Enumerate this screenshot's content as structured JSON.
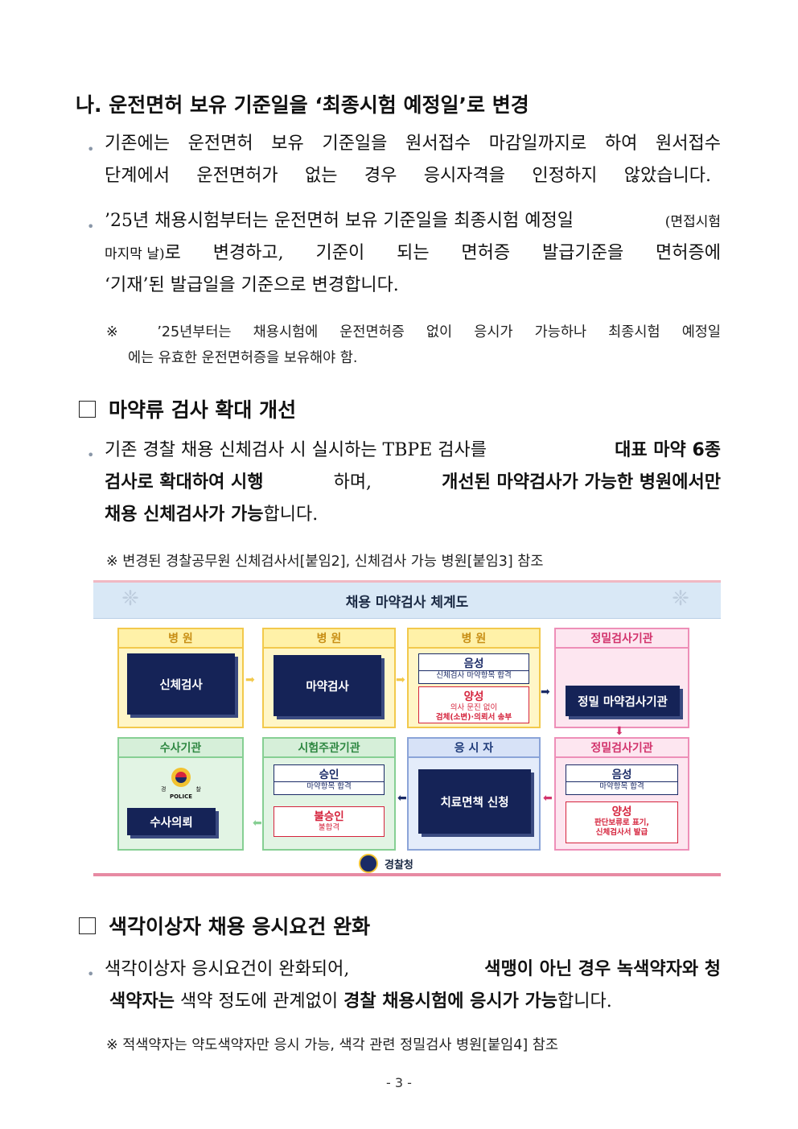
{
  "heading_na": "나. 운전면허 보유 기준일을 ‘최종시험 예정일’로 변경",
  "para1": {
    "bullet": "•",
    "line1": "기존에는 운전면허 보유 기준일을 원서접수 마감일까지로 하여 원서접수",
    "line2": "단계에서 운전면허가 없는 경우 응시자격을 인정하지 않았습니다."
  },
  "para2": {
    "bullet": "•",
    "line1_main": "’25년 채용시험부터는 운전면허 보유 기준일을 최종시험 예정일",
    "line1_small": "(면접시험",
    "line2_small": "마지막 날)",
    "line2_main": "로 변경하고, 기준이 되는 면허증 발급기준을 면허증에",
    "line3": "‘기재’된 발급일을 기준으로 변경합니다."
  },
  "note1": {
    "line1": "※ ’25년부터는 채용시험에 운전면허증 없이 응시가 가능하나 최종시험 예정일",
    "line2": "에는 유효한 운전면허증을 보유해야 함."
  },
  "section2_title": "마약류 검사 확대 개선",
  "para3": {
    "bullet": "•",
    "l1_a": "기존 경찰 채용 신체검사 시 실시하는 TBPE 검사를 ",
    "l1_b": "대표 마약 6종",
    "l2_a": "검사로 확대하여 시행",
    "l2_b": "하며, ",
    "l2_c": "개선된 마약검사가 가능한 병원에서만",
    "l3_a": "채용 신체검사가 가능",
    "l3_b": "합니다."
  },
  "note2": "※ 변경된 경찰공무원 신체검사서[붙임2], 신체검사 가능 병원[붙임3] 참조",
  "diagram": {
    "title": "채용 마약검사 체계도",
    "hospital1": {
      "header": "병 원",
      "box": "신체검사"
    },
    "hospital2": {
      "header": "병 원",
      "box": "마약검사"
    },
    "hospital3": {
      "header": "병 원",
      "neg_title": "음성",
      "neg_sub": "신체검사 마약항목 합격",
      "pos_title": "양성",
      "pos_sub1": "의사 문진 없이",
      "pos_sub2": "검체(소변)·의뢰서 송부"
    },
    "lab1": {
      "header": "정밀검사기관",
      "box": "정밀 마약검사기관"
    },
    "lab2": {
      "header": "정밀검사기관",
      "neg_title": "음성",
      "neg_sub": "마약항목 합격",
      "pos_title": "양성",
      "pos_sub1": "판단보류로 표기,",
      "pos_sub2": "신체검사서 발급"
    },
    "applicant": {
      "header": "응 시 자",
      "box": "치료면책 신청"
    },
    "exam_org": {
      "header": "시험주관기관",
      "approve_title": "승인",
      "approve_sub": "마약항목 합격",
      "reject_title": "불승인",
      "reject_sub": "불합격"
    },
    "investigation": {
      "header": "수사기관",
      "box": "수사의뢰",
      "emblem_left": "경",
      "emblem_right": "찰",
      "emblem_text": "POLICE"
    },
    "footer": "경찰청"
  },
  "section3_title": "색각이상자 채용 응시요건 완화",
  "para4": {
    "bullet": "•",
    "l1_a": "색각이상자 응시요건이 완화되어, ",
    "l1_b": "색맹이 아닌 경우 녹색약자와 청",
    "l2_a": "색약자는",
    "l2_b": " 색약 정도에 관계없이 ",
    "l2_c": "경찰 채용시험에 응시가 가능",
    "l2_d": "합니다."
  },
  "note3": "※ 적색약자는 약도색약자만 응시 가능, 색각 관련 정밀검사 병원[붙임4] 참조",
  "page_number": "- 3 -"
}
